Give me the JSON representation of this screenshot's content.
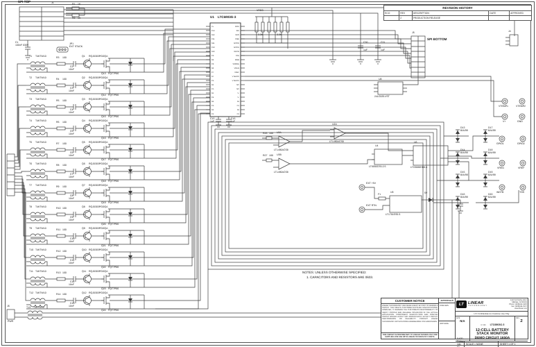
{
  "colors": {
    "line": "#3c3c3c",
    "text": "#161616",
    "paper": "#ffffff"
  },
  "rev_history": {
    "title": "REVISION HISTORY",
    "headers": [
      "ECO",
      "REV",
      "DESCRIPTION",
      "DATE",
      "APPROVED"
    ],
    "row": {
      "eco": "",
      "rev": "2",
      "description": "PRODUCTION RELEASE",
      "date": "",
      "approved": ""
    }
  },
  "spi_top": {
    "label": "SPI TOP",
    "ref": "J1"
  },
  "top_left": {
    "cap_ref": "C1",
    "cap_val": "100nF 630V",
    "jumper_ref": "JP1",
    "jumper_label": "EXT STACK",
    "r1": "R1",
    "r1v": "1K",
    "r2": "R2",
    "r2v": "1K"
  },
  "u1": {
    "ref": "U1",
    "part": "LTC6803G-3",
    "left_pins": [
      "V+",
      "C12",
      "S12",
      "C11",
      "S11",
      "C10",
      "S10",
      "C9",
      "S9",
      "C8",
      "S8",
      "C7",
      "S7",
      "C6",
      "S6",
      "C5",
      "S5",
      "C4",
      "S4",
      "C3",
      "S3",
      "C2"
    ],
    "right_pins": [
      "SCKI",
      "SDI",
      "SDO",
      "CSBI",
      "GPIO2",
      "GPIO1",
      "WDTB",
      "TOS",
      "MMB",
      "VMODE",
      "VREG",
      "VREF",
      "VTEMP2",
      "VTEMP1",
      "NC",
      "NC",
      "V-",
      "V-",
      "S1",
      "C1",
      "S2",
      "C2"
    ]
  },
  "pullups": {
    "value": "3.3K"
  },
  "gnd_cluster": {
    "c1": "C30",
    "c1v": "1uF",
    "c2": "C31",
    "c2v": "1uF"
  },
  "j4": {
    "ref": "J4"
  },
  "spi_bottom": {
    "label": "SPI BOTTOM",
    "ref": "J5"
  },
  "eeprom": {
    "ref": "U8",
    "part": "24LC025-I/ST"
  },
  "opamps": {
    "a_ref": "U3A",
    "a_part": "LT1490ACS8",
    "b_ref": "U3B",
    "b_part": "LT1490ACS8",
    "c_ref": "U2A",
    "c_part": "LT1490ACS8"
  },
  "u4": {
    "ref": "U4",
    "part": "LT6650CS5-2.5"
  },
  "u6": {
    "ref": "U6",
    "part": "LTC6088HD8-4"
  },
  "u9": {
    "ref": "U9",
    "part": "LT1761ES5-5",
    "fuse": "F1",
    "ext5": "EXT +5V",
    "extrtn": "EXT RTN"
  },
  "misc": {
    "vreg": "VREG",
    "v5": "5V",
    "c15": "C15",
    "c15v": "1uF",
    "c16": "C16",
    "c16v": "1uF",
    "r26": "R26",
    "r26v": "100",
    "r27": "R27",
    "r27v": "100"
  },
  "diodes": [
    {
      "ref": "D13",
      "part": "BAV99"
    },
    {
      "ref": "D14",
      "part": "BAV99"
    },
    {
      "ref": "D15",
      "part": "BAV99"
    },
    {
      "ref": "D16",
      "part": "BAV99"
    },
    {
      "ref": "D17",
      "part": "BAV99"
    },
    {
      "ref": "D18",
      "part": "BAV99"
    },
    {
      "ref": "D19",
      "part": "BAV99"
    },
    {
      "ref": "D20",
      "part": "BAV99"
    }
  ],
  "turrets": [
    {
      "label": "GPIO1"
    },
    {
      "label": "GPIO2"
    },
    {
      "label": "VREG"
    },
    {
      "label": "VREF"
    },
    {
      "label": "WDTB"
    },
    {
      "label": "TOS"
    },
    {
      "label": "VTEMP1"
    },
    {
      "label": "VTEMP2"
    },
    {
      "label": "V+"
    },
    {
      "label": "GND"
    }
  ],
  "power": {
    "ref": "J6",
    "label": "PWR",
    "choke_ref": "T13",
    "choke_val": "T4KTW10"
  },
  "notes": {
    "line1": "NOTES: UNLESS OTHERWISE SPECIFIED:",
    "line2": "1. CAPACITORS AND RESISTORS ARE 0603."
  },
  "cells": [
    {
      "t": "T1",
      "tv": "T4KTW10",
      "r1": "R3",
      "r1v": "100",
      "c": "C2",
      "cv": "10nF",
      "q1": "Q1",
      "q1v": "RQJ0303PGDQA",
      "q2": "Q13",
      "q2v": "FQT7P06"
    },
    {
      "t": "T2",
      "tv": "T4KTW10",
      "r1": "R4",
      "r1v": "100",
      "c": "C3",
      "cv": "10nF",
      "q1": "Q2",
      "q1v": "RQJ0303PGDQA",
      "q2": "Q14",
      "q2v": "FQT7P06"
    },
    {
      "t": "T3",
      "tv": "T4KTW10",
      "r1": "R5",
      "r1v": "100",
      "c": "C4",
      "cv": "10nF",
      "q1": "Q3",
      "q1v": "RQJ0303PGDQA",
      "q2": "Q15",
      "q2v": "FQT7P06"
    },
    {
      "t": "T4",
      "tv": "T4KTW10",
      "r1": "R6",
      "r1v": "100",
      "c": "C5",
      "cv": "10nF",
      "q1": "Q4",
      "q1v": "RQJ0303PGDQA",
      "q2": "Q16",
      "q2v": "FQT7P06"
    },
    {
      "t": "T5",
      "tv": "T4KTW10",
      "r1": "R7",
      "r1v": "100",
      "c": "C6",
      "cv": "10nF",
      "q1": "Q5",
      "q1v": "RQJ0303PGDQA",
      "q2": "Q17",
      "q2v": "FQT7P06"
    },
    {
      "t": "T6",
      "tv": "T4KTW10",
      "r1": "R8",
      "r1v": "100",
      "c": "C7",
      "cv": "10nF",
      "q1": "Q6",
      "q1v": "RQJ0303PGDQA",
      "q2": "Q18",
      "q2v": "FQT7P06"
    },
    {
      "t": "T7",
      "tv": "T4KTW10",
      "r1": "R9",
      "r1v": "100",
      "c": "C8",
      "cv": "10nF",
      "q1": "Q7",
      "q1v": "RQJ0303PGDQA",
      "q2": "Q19",
      "q2v": "FQT7P06"
    },
    {
      "t": "T8",
      "tv": "T4KTW10",
      "r1": "R10",
      "r1v": "100",
      "c": "C9",
      "cv": "10nF",
      "q1": "Q8",
      "q1v": "RQJ0303PGDQA",
      "q2": "Q20",
      "q2v": "FQT7P06"
    },
    {
      "t": "T9",
      "tv": "T4KTW10",
      "r1": "R11",
      "r1v": "100",
      "c": "C10",
      "cv": "10nF",
      "q1": "Q9",
      "q1v": "RQJ0303PGDQA",
      "q2": "Q21",
      "q2v": "FQT7P06"
    },
    {
      "t": "T10",
      "tv": "T4KTW10",
      "r1": "R12",
      "r1v": "100",
      "c": "C11",
      "cv": "10nF",
      "q1": "Q10",
      "q1v": "RQJ0303PGDQA",
      "q2": "Q22",
      "q2v": "FQT7P06"
    },
    {
      "t": "T11",
      "tv": "T4KTW10",
      "r1": "R13",
      "r1v": "100",
      "c": "C12",
      "cv": "10nF",
      "q1": "Q11",
      "q1v": "RQJ0303PGDQA",
      "q2": "Q23",
      "q2v": "FQT7P06"
    },
    {
      "t": "T12",
      "tv": "T4KTW10",
      "r1": "R14",
      "r1v": "100",
      "c": "C13",
      "cv": "10nF",
      "q1": "Q12",
      "q1v": "RQJ0303PGDQA",
      "q2": "Q24",
      "q2v": "FQT7P06"
    }
  ],
  "customer_notice": {
    "title": "CUSTOMER NOTICE",
    "body": "LINEAR TECHNOLOGY HAS MADE A BEST EFFORT TO DESIGN A CIRCUIT THAT MEETS CUSTOMER-SUPPLIED SPECIFICATIONS; HOWEVER, IT REMAINS THE CUSTOMER'S RESPONSIBILITY TO VERIFY PROPER AND RELIABLE OPERATION IN THE ACTUAL APPLICATION. COMPONENT SUBSTITUTION AND PRINTED CIRCUIT BOARD LAYOUT MAY SIGNIFICANTLY AFFECT CIRCUIT PERFORMANCE OR RELIABILITY. CONTACT LINEAR TECHNOLOGY APPLICATIONS ENGINEERING FOR ASSISTANCE.",
    "footer": "THIS CIRCUIT IS PROPRIETARY TO LINEAR TECHNOLOGY AND SUPPLIED FOR USE WITH LINEAR TECHNOLOGY PARTS."
  },
  "approvals": {
    "title": "APPROVALS",
    "rows": [
      "PCB DES.",
      "APP ENG."
    ]
  },
  "logo": {
    "mark": "LT",
    "name1": "LINEAR",
    "name2": "TECHNOLOGY"
  },
  "address": {
    "l1": "1630 McCarthy Blvd.",
    "l2": "Milpitas, CA 95035",
    "l3": "Phone: (408)432-1900",
    "l4": "Fax: (408)434-0507",
    "l5": "www.linear.com",
    "conf": "LTC Confidential-For Customer Use Only"
  },
  "title_block": {
    "size_label": "SIZE",
    "size": "N/A",
    "icno_label": "IC NO.",
    "icno": "LTC6803G-3",
    "title1": "12-CELL BATTERY STACK MONITOR",
    "title2": "DEMO CIRCUIT 1650A",
    "rev_label": "REV",
    "rev": "2",
    "date_label": "DATE:",
    "date": "Friday, July 02, 2010",
    "scale": "SCALE = NONE",
    "sheet": "SHEET 1 OF 1"
  }
}
